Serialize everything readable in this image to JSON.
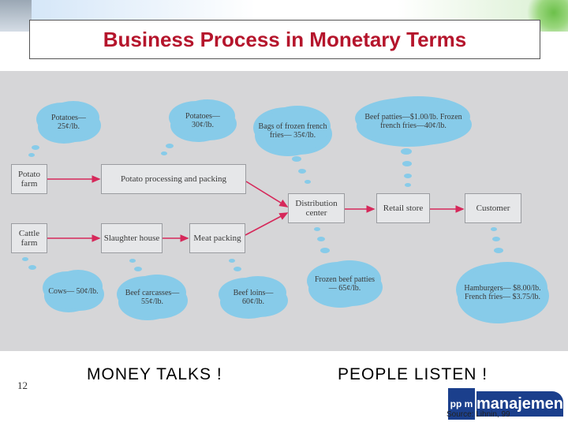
{
  "slide": {
    "title": "Business Process in Monetary Terms",
    "left_tagline": "MONEY TALKS !",
    "right_tagline": "PEOPLE LISTEN !",
    "page_number": "12",
    "logo_pp": "pp m",
    "logo_word": "manajemen",
    "source": "Source: Lihnin, 99"
  },
  "diagram": {
    "boxes": {
      "potato_farm": "Potato farm",
      "potato_processing": "Potato processing and packing",
      "cattle_farm": "Cattle farm",
      "slaughter_house": "Slaughter house",
      "meat_packing": "Meat packing",
      "distribution_center": "Distribution center",
      "retail_store": "Retail store",
      "customer": "Customer"
    },
    "clouds": {
      "potatoes_25": "Potatoes— 25¢/lb.",
      "potatoes_30": "Potatoes— 30¢/lb.",
      "frozen_fries_bags": "Bags of frozen french fries— 35¢/lb.",
      "beef_patties_fries": "Beef patties—$1.00/lb. Frozen french fries—40¢/lb.",
      "cows": "Cows— 50¢/lb.",
      "beef_carcasses": "Beef carcasses— 55¢/lb.",
      "beef_loins": "Beef loins— 60¢/lb.",
      "frozen_beef_patties": "Frozen beef patties— 65¢/lb.",
      "hamburgers_fries": "Hamburgers— $8.00/lb. French fries— $3.75/lb."
    },
    "colors": {
      "arrow": "#d6285a",
      "cloud": "#87cbe9",
      "box": "#e6e7e9",
      "title": "#b5152c"
    }
  }
}
